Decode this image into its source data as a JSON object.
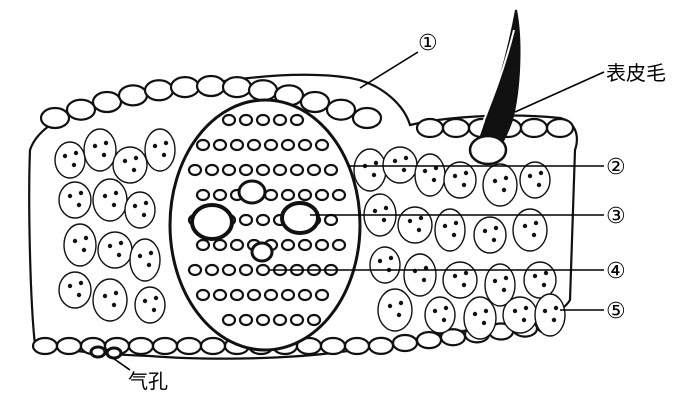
{
  "labels": {
    "trichome": "表皮毛",
    "stoma": "气孔",
    "part1": "①",
    "part2": "②",
    "part3": "③",
    "part4": "④",
    "part5": "⑤"
  },
  "colors": {
    "ink": "#000000",
    "background": "#ffffff"
  }
}
